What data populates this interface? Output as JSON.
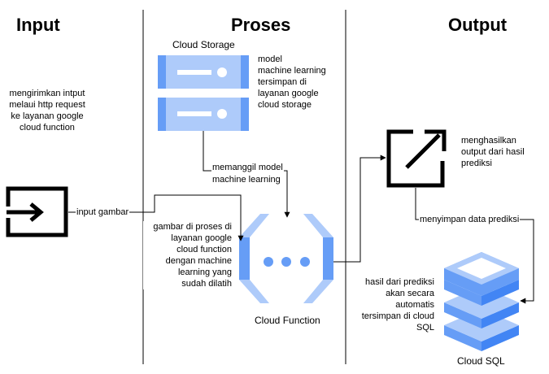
{
  "columns": {
    "input": "Input",
    "proses": "Proses",
    "output": "Output"
  },
  "colors": {
    "blue_light": "#aecbfa",
    "blue_mid": "#669df6",
    "blue_dark": "#4285f4",
    "line": "#000000"
  },
  "input": {
    "description": [
      "mengirimkan intput",
      "melaui http request",
      "ke layanan google",
      "cloud function"
    ],
    "icon": "input-arrow-icon",
    "edge_label": "input gambar"
  },
  "proses": {
    "storage_label": "Cloud Storage",
    "storage_icon": "cloud-storage-icon",
    "storage_description": [
      "model",
      "machine learning",
      "tersimpan di",
      "layanan google",
      "cloud storage"
    ],
    "call_label": [
      "memanggil model",
      "machine learning"
    ],
    "function_description": [
      "gambar di proses di",
      "layanan google",
      "cloud function",
      "dengan machine",
      "learning yang",
      "sudah dilatih"
    ],
    "function_icon": "cloud-function-icon",
    "function_label": "Cloud Function"
  },
  "output": {
    "icon": "open-in-new-icon",
    "description": [
      "menghasilkan",
      "output dari hasil",
      "prediksi"
    ],
    "save_label": "menyimpan data prediksi",
    "sql_description": [
      "hasil dari prediksi",
      "akan secara",
      "automatis",
      "tersimpan di cloud",
      "SQL"
    ],
    "sql_icon": "cloud-sql-icon",
    "sql_label": "Cloud SQL"
  }
}
